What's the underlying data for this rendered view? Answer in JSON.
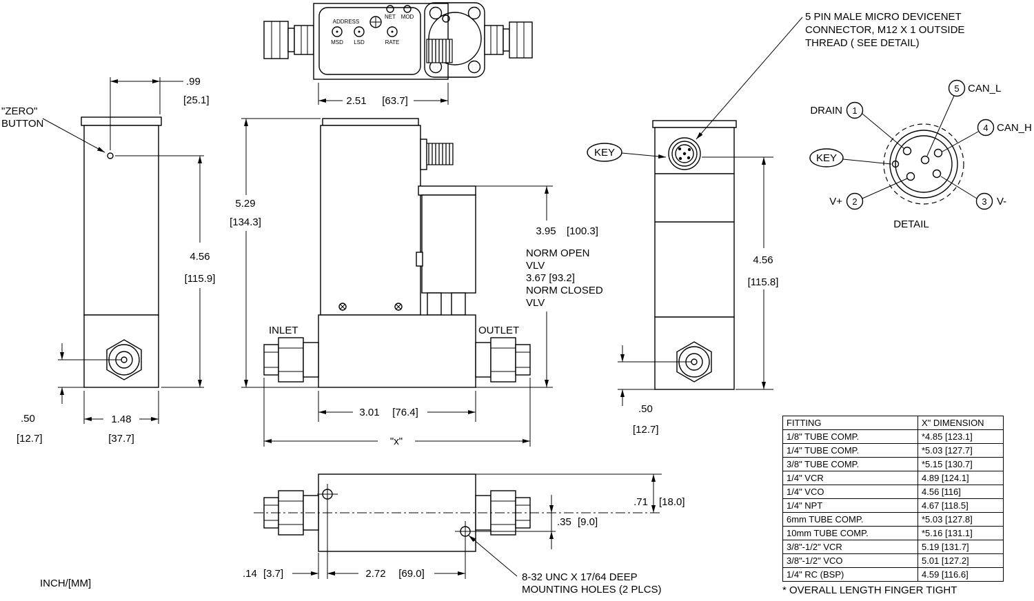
{
  "units_note": "INCH/[MM]",
  "top_view": {
    "address": "ADDRESS",
    "msd": "MSD",
    "lsd": "LSD",
    "rate": "RATE",
    "net": "NET",
    "mod": "MOD",
    "dim_width_in": "2.51",
    "dim_width_mm": "[63.7]"
  },
  "front_left": {
    "zero_button_label_1": "\"ZERO\"",
    "zero_button_label_2": "BUTTON",
    "dim_button_offset_in": ".99",
    "dim_button_offset_mm": "[25.1]",
    "dim_height_in": "4.56",
    "dim_height_mm": "[115.9]",
    "dim_port_height_in": ".50",
    "dim_port_height_mm": "[12.7]",
    "dim_width_in": "1.48",
    "dim_width_mm": "[37.7]"
  },
  "side_view": {
    "dim_overall_height_in": "5.29",
    "dim_overall_height_mm": "[134.3]",
    "dim_valve_height_in": "3.95",
    "dim_valve_height_mm": "[100.3]",
    "valve_note_1": "NORM OPEN",
    "valve_note_2": "VLV",
    "valve_note_3": "3.67 [93.2]",
    "valve_note_4": "NORM CLOSED",
    "valve_note_5": "VLV",
    "inlet_label": "INLET",
    "outlet_label": "OUTLET",
    "dim_base_in": "3.01",
    "dim_base_mm": "[76.4]",
    "dim_overall_length": "\"x\""
  },
  "front_right": {
    "key_label": "KEY",
    "dim_height_in": "4.56",
    "dim_height_mm": "[115.8]",
    "dim_port_height_in": ".50",
    "dim_port_height_mm": "[12.7]"
  },
  "connector_callout": {
    "line1": "5 PIN MALE MICRO DEVICENET",
    "line2": "CONNECTOR, M12 X 1 OUTSIDE",
    "line3": "THREAD ( SEE DETAIL)"
  },
  "detail_view": {
    "title": "DETAIL",
    "key_label": "KEY",
    "pin1_num": "1",
    "pin1_label": "DRAIN",
    "pin2_num": "2",
    "pin2_label": "V+",
    "pin3_num": "3",
    "pin3_label": "V-",
    "pin4_num": "4",
    "pin4_label": "CAN_H",
    "pin5_num": "5",
    "pin5_label": "CAN_L"
  },
  "bottom_view": {
    "dim_hole_offset_in": ".35",
    "dim_hole_offset_mm": "[9.0]",
    "dim_center_in": ".71",
    "dim_center_mm": "[18.0]",
    "dim_edge_in": ".14",
    "dim_edge_mm": "[3.7]",
    "dim_hole_spacing_in": "2.72",
    "dim_hole_spacing_mm": "[69.0]",
    "mounting_note_1": "8-32 UNC X 17/64 DEEP",
    "mounting_note_2": "MOUNTING HOLES (2 PLCS)"
  },
  "fitting_table": {
    "headers": [
      "FITTING",
      "X\" DIMENSION"
    ],
    "rows": [
      [
        "1/8\" TUBE COMP.",
        "*4.85 [123.1]"
      ],
      [
        "1/4\" TUBE COMP.",
        "*5.03 [127.7]"
      ],
      [
        "3/8\" TUBE COMP.",
        "*5.15 [130.7]"
      ],
      [
        "1/4\" VCR",
        "4.89 [124.1]"
      ],
      [
        "1/4\" VCO",
        "4.56 [116]"
      ],
      [
        "1/4\" NPT",
        "4.67 [118.5]"
      ],
      [
        "6mm TUBE COMP.",
        "*5.03 [127.8]"
      ],
      [
        "10mm TUBE COMP.",
        "*5.16 [131.1]"
      ],
      [
        "3/8\"-1/2\" VCR",
        "5.19 [131.7]"
      ],
      [
        "3/8\"-1/2\" VCO",
        "5.01 [127.2]"
      ],
      [
        "1/4\" RC (BSP)",
        "4.59 [116.6]"
      ]
    ],
    "footnote": "* OVERALL LENGTH FINGER TIGHT"
  }
}
